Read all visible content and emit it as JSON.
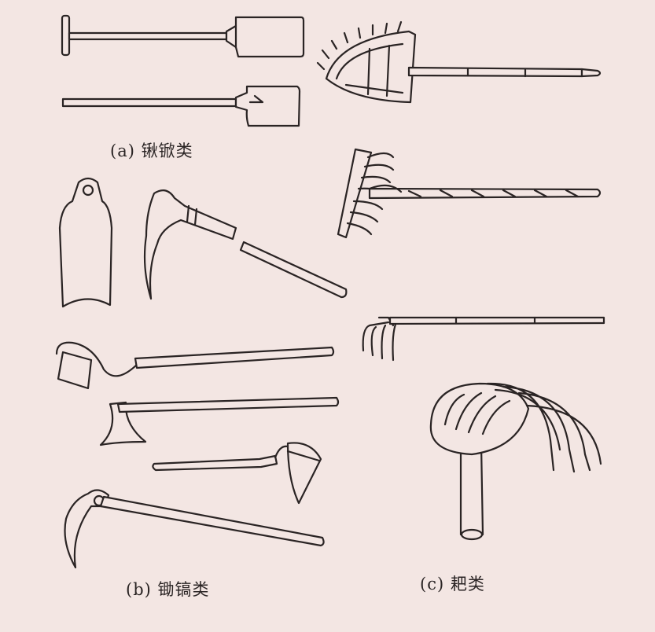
{
  "figure": {
    "labels": {
      "a": "(a) 锹锨类",
      "b": "(b) 锄镐类",
      "c": "(c) 耙类"
    },
    "colors": {
      "background": "#f3e6e3",
      "ink": "#2a2424"
    }
  }
}
